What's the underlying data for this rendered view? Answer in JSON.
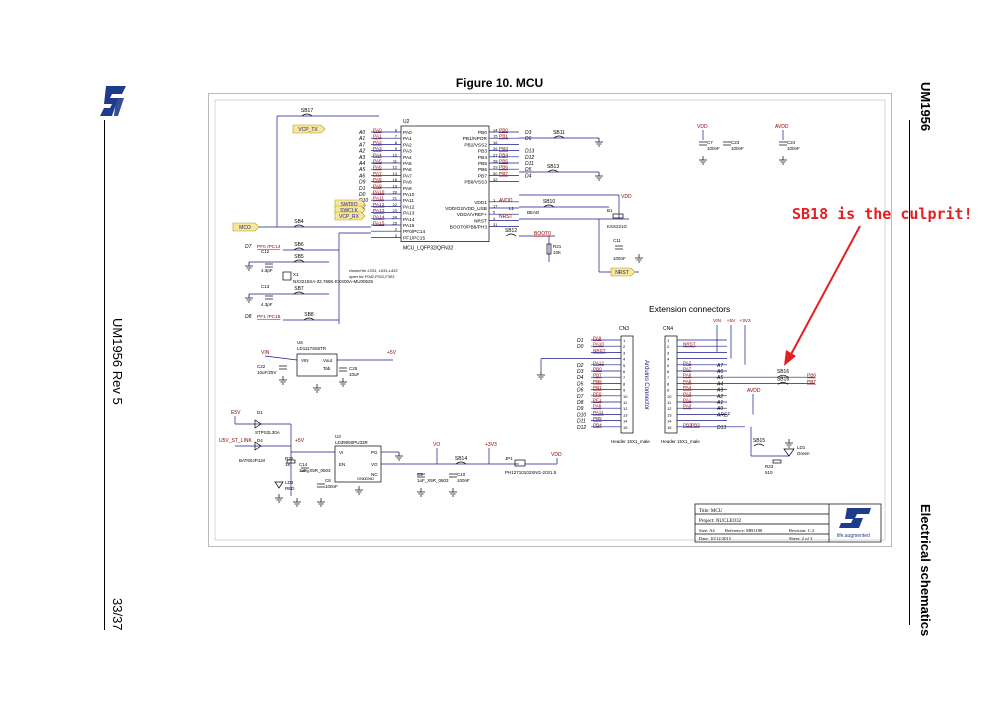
{
  "page": {
    "figure_title": "Figure 10. MCU",
    "doc_id": "UM1956",
    "doc_rev": "UM1956 Rev 5",
    "page_num": "33/37",
    "section": "Electrical schematics",
    "annotation": "SB18 is the culprit!",
    "brand_color": "#1e3c8c",
    "annotation_color": "#e32020"
  },
  "schematic": {
    "mcu": {
      "ref": "U2",
      "part": "MCU_LQFP32/QFN32",
      "left_pins": [
        {
          "num": "6",
          "name": "PA0",
          "net": "PA0",
          "sig": "A0"
        },
        {
          "num": "7",
          "name": "PA1",
          "net": "PA1",
          "sig": "A1"
        },
        {
          "num": "8",
          "name": "PA2",
          "net": "PA2",
          "sig": "A7"
        },
        {
          "num": "9",
          "name": "PA3",
          "net": "PA3",
          "sig": "A2"
        },
        {
          "num": "10",
          "name": "PA4",
          "net": "PA4",
          "sig": "A3"
        },
        {
          "num": "11",
          "name": "PA5",
          "net": "PA5",
          "sig": "A4"
        },
        {
          "num": "12",
          "name": "PA6",
          "net": "PA6",
          "sig": "A5"
        },
        {
          "num": "13",
          "name": "PA7",
          "net": "PA7",
          "sig": "A6"
        },
        {
          "num": "18",
          "name": "PA8",
          "net": "PA8",
          "sig": "D9"
        },
        {
          "num": "19",
          "name": "PA9",
          "net": "PA9",
          "sig": "D1"
        },
        {
          "num": "20",
          "name": "PA10",
          "net": "PA10",
          "sig": "D0"
        },
        {
          "num": "21",
          "name": "PA11",
          "net": "PA11",
          "sig": "D10"
        },
        {
          "num": "22",
          "name": "PA12",
          "net": "PA12",
          "sig": "D2"
        },
        {
          "num": "23",
          "name": "PA13",
          "net": "PA13",
          "sig": ""
        },
        {
          "num": "24",
          "name": "PA14",
          "net": "PA14",
          "sig": ""
        },
        {
          "num": "25",
          "name": "PA15",
          "net": "PA15",
          "sig": ""
        },
        {
          "num": "2",
          "name": "PF0/PC14",
          "net": "",
          "sig": ""
        },
        {
          "num": "3",
          "name": "PF1/PC15",
          "net": "",
          "sig": ""
        }
      ],
      "right_pins": [
        {
          "num": "14",
          "name": "PB0",
          "net": "PB0",
          "sig": "D3"
        },
        {
          "num": "15",
          "name": "PB1/NPOR",
          "net": "PB1",
          "sig": "D6"
        },
        {
          "num": "16",
          "name": "PB2/VSS2",
          "net": "",
          "sig": ""
        },
        {
          "num": "26",
          "name": "PB3",
          "net": "PB3",
          "sig": "D13"
        },
        {
          "num": "27",
          "name": "PB4",
          "net": "PB4",
          "sig": "D12"
        },
        {
          "num": "28",
          "name": "PB5",
          "net": "PB5",
          "sig": "D11"
        },
        {
          "num": "29",
          "name": "PB6",
          "net": "PB6",
          "sig": "D5"
        },
        {
          "num": "30",
          "name": "PB7",
          "net": "PB7",
          "sig": "D4"
        },
        {
          "num": "32",
          "name": "PB8/VSS3",
          "net": "",
          "sig": ""
        },
        {
          "num": "1",
          "name": "VDD1",
          "net": "",
          "sig": ""
        },
        {
          "num": "17",
          "name": "VDDIO2/VDD_USB",
          "net": "",
          "sig": ""
        },
        {
          "num": "5",
          "name": "VDDA/VREF+",
          "net": "",
          "sig": ""
        },
        {
          "num": "4",
          "name": "NRST",
          "net": "",
          "sig": ""
        },
        {
          "num": "31",
          "name": "BOOT0/PB8/PH3",
          "net": "",
          "sig": ""
        }
      ]
    },
    "labels": {
      "vcp_tx": "VCP_TX",
      "vcp_rx": "VCP_RX",
      "swdio": "SWDIO",
      "swclk": "SWCLK",
      "mco": "MCO",
      "sb17": "SB17",
      "sb4": "SB4",
      "sb6": "SB6",
      "sb5": "SB5",
      "sb7": "SB7",
      "sb8": "SB8",
      "sb11": "SB11",
      "sb13": "SB13",
      "sb10": "SB10",
      "sb12": "SB12",
      "sb14": "SB14",
      "sb15": "SB15",
      "sb16": "SB16",
      "sb18": "SB18",
      "d7_pf0": "D7",
      "pf0": "PF0 /PC14",
      "d8_pf1": "D8",
      "pf1": "PF1 /PC15",
      "avdd": "AVDD",
      "vdd": "VDD",
      "nrst": "NRST",
      "boot0": "BOOT0",
      "bead": "BEAD",
      "l1": "L1",
      "b1": "B1",
      "b1_part": "KSS221G",
      "c11": "C11",
      "c11_val": "100nF",
      "r21": "R21",
      "r21_val": "10K",
      "c12": "C12",
      "c12_val": "4.3pF",
      "c13": "C13",
      "c13_val": "4.3pF",
      "x1": "X1",
      "x1_part": "NX3215SA-32.768K-EXS00A-MU00525",
      "closed_note_1": "closed for L031, L031,L433",
      "closed_note_2": "open for F042,F031,F303",
      "c7": "C7",
      "c7_val": "100nF",
      "c23": "C23",
      "c23_val": "100nF",
      "c24": "C24",
      "c24_val": "100nF",
      "u6": "U6",
      "u6_part": "LD1117S50TR",
      "vin": "VIN",
      "vout": "Vout",
      "tab": "Tab",
      "p5v": "+5V",
      "c22": "C22",
      "c22_val": "10uF/25V",
      "c25": "C25",
      "c25_val": "10uF",
      "e5v": "E5V",
      "d1": "D1",
      "d1_part": "STPS2L30A",
      "u5v_st_link": "U5V_ST_LINK",
      "d4": "D4",
      "d4_part": "BAT60JFILM",
      "r22": "R22",
      "r22_val": "1K",
      "ld3": "LD3",
      "ld3_col": "RED",
      "c14": "C14",
      "c14_val": "1uF_X5R_0603",
      "c8": "C8",
      "c8_val": "100nF",
      "u3": "U3",
      "u3_part": "LD39050PU33R",
      "vi": "VI",
      "en": "EN",
      "pg": "PG",
      "vo": "VO",
      "nc": "NC",
      "gnd": "GND",
      "gnd2": "GND",
      "c9": "C9",
      "c9_val": "1uF_X5R_0603",
      "c10": "C10",
      "c10_val": "100nF",
      "p3v3": "+3V3",
      "jp1": "JP1",
      "jp1_part": "PH12710102SNG-2/3/1.5",
      "r23": "R23",
      "r23_val": "510",
      "ld1": "LD1",
      "ld1_col": "Green",
      "aref": "AREF",
      "d13": "D13",
      "pb3_cn4": "PB3"
    },
    "ext_title": "Extension connectors",
    "arduino_label": "Arduino Connector",
    "cn3": {
      "ref": "CN3",
      "part": "Header 15X1_male",
      "rows": [
        {
          "n": "1",
          "net": "PA9",
          "sig": "D1"
        },
        {
          "n": "2",
          "net": "PA10",
          "sig": "D0"
        },
        {
          "n": "3",
          "net": "NRST",
          "sig": ""
        },
        {
          "n": "4",
          "net": "",
          "sig": ""
        },
        {
          "n": "5",
          "net": "PA12",
          "sig": "D2"
        },
        {
          "n": "6",
          "net": "PB0",
          "sig": "D3"
        },
        {
          "n": "7",
          "net": "PB7",
          "sig": "D4"
        },
        {
          "n": "8",
          "net": "PB6",
          "sig": "D5"
        },
        {
          "n": "9",
          "net": "PB1",
          "sig": "D6"
        },
        {
          "n": "10",
          "net": "PF0",
          "sig": "D7"
        },
        {
          "n": "11",
          "net": "PF1",
          "sig": "D8"
        },
        {
          "n": "12",
          "net": "PA8",
          "sig": "D9"
        },
        {
          "n": "13",
          "net": "PA11",
          "sig": "D10"
        },
        {
          "n": "14",
          "net": "PB5",
          "sig": "D11"
        },
        {
          "n": "15",
          "net": "PB4",
          "sig": "D12"
        }
      ]
    },
    "cn4": {
      "ref": "CN4",
      "part": "Header 15X1_male",
      "rows": [
        {
          "n": "1",
          "net": "",
          "sig": ""
        },
        {
          "n": "2",
          "net": "NRST",
          "sig": ""
        },
        {
          "n": "3",
          "net": "",
          "sig": ""
        },
        {
          "n": "4",
          "net": "",
          "sig": ""
        },
        {
          "n": "5",
          "net": "PA2",
          "sig": "A7"
        },
        {
          "n": "6",
          "net": "PA7",
          "sig": "A6"
        },
        {
          "n": "7",
          "net": "PA6",
          "sig": "A5"
        },
        {
          "n": "8",
          "net": "PA5",
          "sig": "A4"
        },
        {
          "n": "9",
          "net": "PA4",
          "sig": "A3"
        },
        {
          "n": "10",
          "net": "PA3",
          "sig": "A2"
        },
        {
          "n": "11",
          "net": "PA1",
          "sig": "A1"
        },
        {
          "n": "12",
          "net": "PA0",
          "sig": "A0"
        },
        {
          "n": "13",
          "net": "",
          "sig": "AREF"
        },
        {
          "n": "14",
          "net": "",
          "sig": ""
        },
        {
          "n": "15",
          "net": "PB3",
          "sig": "D13"
        }
      ]
    },
    "cn4_power": [
      "VIN",
      "+5V",
      "+3V3"
    ],
    "pb6": "PB6",
    "pb7": "PB7",
    "title_block": {
      "title": "Title: MCU",
      "project": "Project: NUCLEO32",
      "size": "Size: A4",
      "reference": "Reference: MB1180",
      "revision": "Revision: C.2",
      "date": "Date: 10/12/2015",
      "sheet": "Sheet: 2   of 3",
      "tagline": "life.augmented"
    }
  }
}
